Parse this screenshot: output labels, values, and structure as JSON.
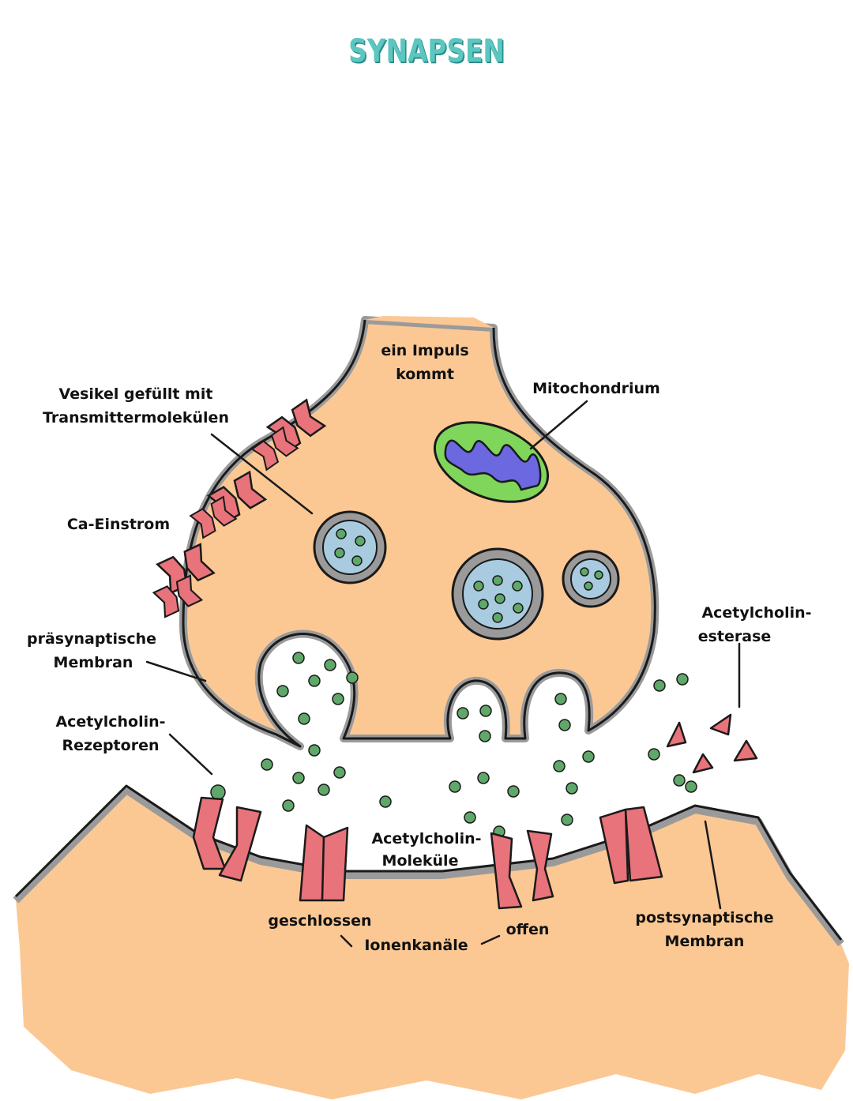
{
  "title": "SYNAPSEN",
  "labels": {
    "impuls_line1": "ein Impuls",
    "impuls_line2": "kommt",
    "mitochondrium": "Mitochondrium",
    "vesikel_line1": "Vesikel gefüllt mit",
    "vesikel_line2": "Transmittermolekülen",
    "ca_einstrom": "Ca-Einstrom",
    "praesyn_line1": "präsynaptische",
    "praesyn_line2": "Membran",
    "rezeptoren_line1": "Acetylcholin-",
    "rezeptoren_line2": "Rezeptoren",
    "esterase_line1": "Acetylcholin-",
    "esterase_line2": "esterase",
    "molekuele_line1": "Acetylcholin-",
    "molekuele_line2": "Moleküle",
    "geschlossen": "geschlossen",
    "offen": "offen",
    "ionenkanaele": "Ionenkanäle",
    "postsyn_line1": "postsynaptische",
    "postsyn_line2": "Membran"
  },
  "colors": {
    "cytoplasm": "#fbc894",
    "membrane": "#9a9a9a",
    "vesicle": "#a9cbe0",
    "transmitter": "#5fa86a",
    "channel": "#e8737a",
    "mito_outer": "#7fd65a",
    "mito_inner": "#6b68e0",
    "title": "#5cc6c0"
  }
}
